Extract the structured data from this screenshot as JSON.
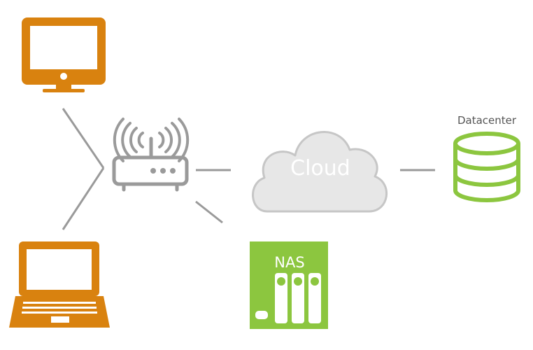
{
  "diagram": {
    "nodes": {
      "desktop": {
        "label": ""
      },
      "laptop": {
        "label": ""
      },
      "router": {
        "label": ""
      },
      "cloud": {
        "label": "Cloud"
      },
      "nas": {
        "label": "NAS"
      },
      "datacenter": {
        "label": "Datacenter"
      }
    },
    "connections": [
      {
        "from": "desktop",
        "to": "router"
      },
      {
        "from": "laptop",
        "to": "router"
      },
      {
        "from": "router",
        "to": "cloud"
      },
      {
        "from": "router",
        "to": "nas"
      },
      {
        "from": "cloud",
        "to": "datacenter"
      }
    ]
  },
  "colors": {
    "orange": "#d9820f",
    "green": "#8cc63f",
    "gray": "#9a9a9a",
    "cloud_fill": "#e7e7e7",
    "cloud_stroke": "#c6c6c6",
    "cloud_text": "#ffffff"
  },
  "icons": {
    "desktop": "desktop-monitor-icon",
    "laptop": "laptop-icon",
    "router": "wifi-router-icon",
    "cloud": "cloud-icon",
    "nas": "nas-icon",
    "datacenter": "database-icon"
  }
}
